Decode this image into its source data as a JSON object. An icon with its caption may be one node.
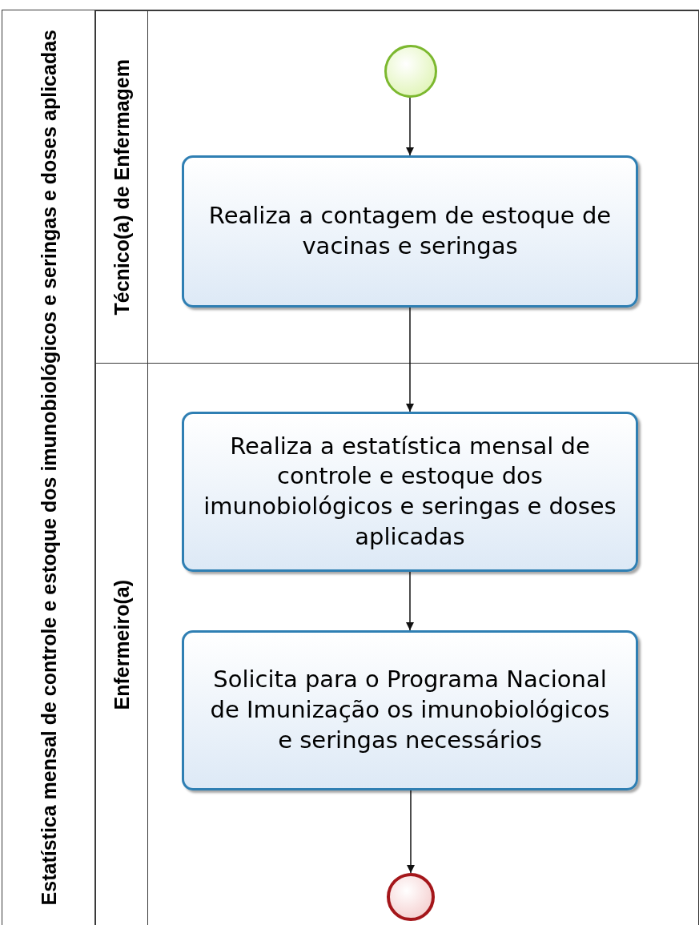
{
  "diagram": {
    "nodes": [
      {
        "text": [
          "Estatística mensal de controle e estoque dos imunobiológicos e seringas e doses aplicadas"
        ]
      },
      {
        "text": [
          "Técnico(a) de Enfermagem"
        ],
        "in": 0
      },
      {
        "text": [
          "Enfermeiro(a)"
        ],
        "in": 0
      },
      {
        "text": [],
        "shape": "circle",
        "in": 1
      },
      {
        "text": [
          "Realiza a contagem de estoque de vacinas e seringas"
        ],
        "in": 1
      },
      {
        "text": [
          "Realiza a estatística mensal de controle e estoque dos imunobiológicos e seringas e doses aplicadas"
        ],
        "in": 2
      },
      {
        "text": [
          "Solicita para o Programa Nacional de Imunização os imunobiológicos e seringas necessários"
        ],
        "in": 2
      },
      {
        "text": [],
        "shape": "circle",
        "in": 2
      }
    ],
    "edges": [
      {
        "from": 3,
        "to": 4,
        "arrow": "to"
      },
      {
        "from": 4,
        "to": 5,
        "arrow": "to"
      },
      {
        "from": 5,
        "to": 6,
        "arrow": "to"
      },
      {
        "from": 6,
        "to": 7,
        "arrow": "to"
      }
    ]
  }
}
